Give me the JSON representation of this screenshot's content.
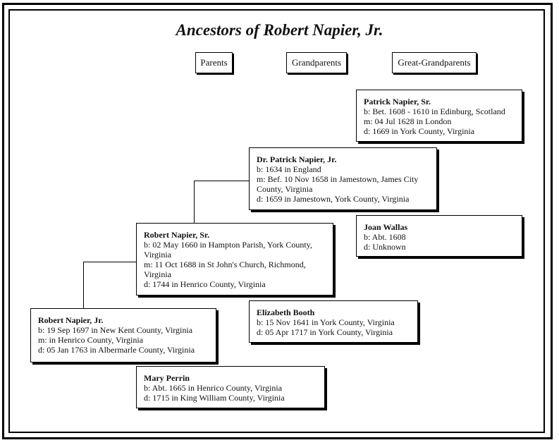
{
  "title": "Ancestors of Robert Napier, Jr.",
  "headers": [
    "Parents",
    "Grandparents",
    "Great-Grandparents"
  ],
  "people": {
    "patrick_sr": {
      "name": "Patrick Napier, Sr.",
      "lines": [
        "b: Bet. 1608 - 1610 in Edinburg, Scotland",
        "m: 04 Jul 1628 in London",
        "d: 1669 in York County, Virginia"
      ]
    },
    "patrick_jr": {
      "name": "Dr. Patrick Napier, Jr.",
      "lines": [
        "b: 1634 in England",
        "m: Bef. 10 Nov 1658 in Jamestown, James City County, Virginia",
        "d: 1659 in Jamestown, York County, Virginia"
      ]
    },
    "joan_wallas": {
      "name": "Joan Wallas",
      "lines": [
        "b: Abt. 1608",
        "d: Unknown"
      ]
    },
    "robert_sr": {
      "name": "Robert Napier, Sr.",
      "lines": [
        "b: 02 May 1660 in Hampton Parish, York County, Virginia",
        "m: 11 Oct 1688 in St John's Church, Richmond, Virginia",
        "d: 1744 in Henrico County, Virginia"
      ]
    },
    "elizabeth_booth": {
      "name": "Elizabeth Booth",
      "lines": [
        "b: 15 Nov 1641 in York County, Virginia",
        "d: 05 Apr 1717 in York County, Virginia"
      ]
    },
    "robert_jr": {
      "name": "Robert Napier, Jr.",
      "lines": [
        "b: 19 Sep 1697 in New Kent County, Virginia",
        "m: in Henrico County, Virginia",
        "d: 05 Jan 1763 in Albermarle County, Virginia"
      ]
    },
    "mary_perrin": {
      "name": "Mary Perrin",
      "lines": [
        "b: Abt. 1665 in Henrico County, Virginia",
        "d: 1715 in King William County, Virginia"
      ]
    }
  }
}
